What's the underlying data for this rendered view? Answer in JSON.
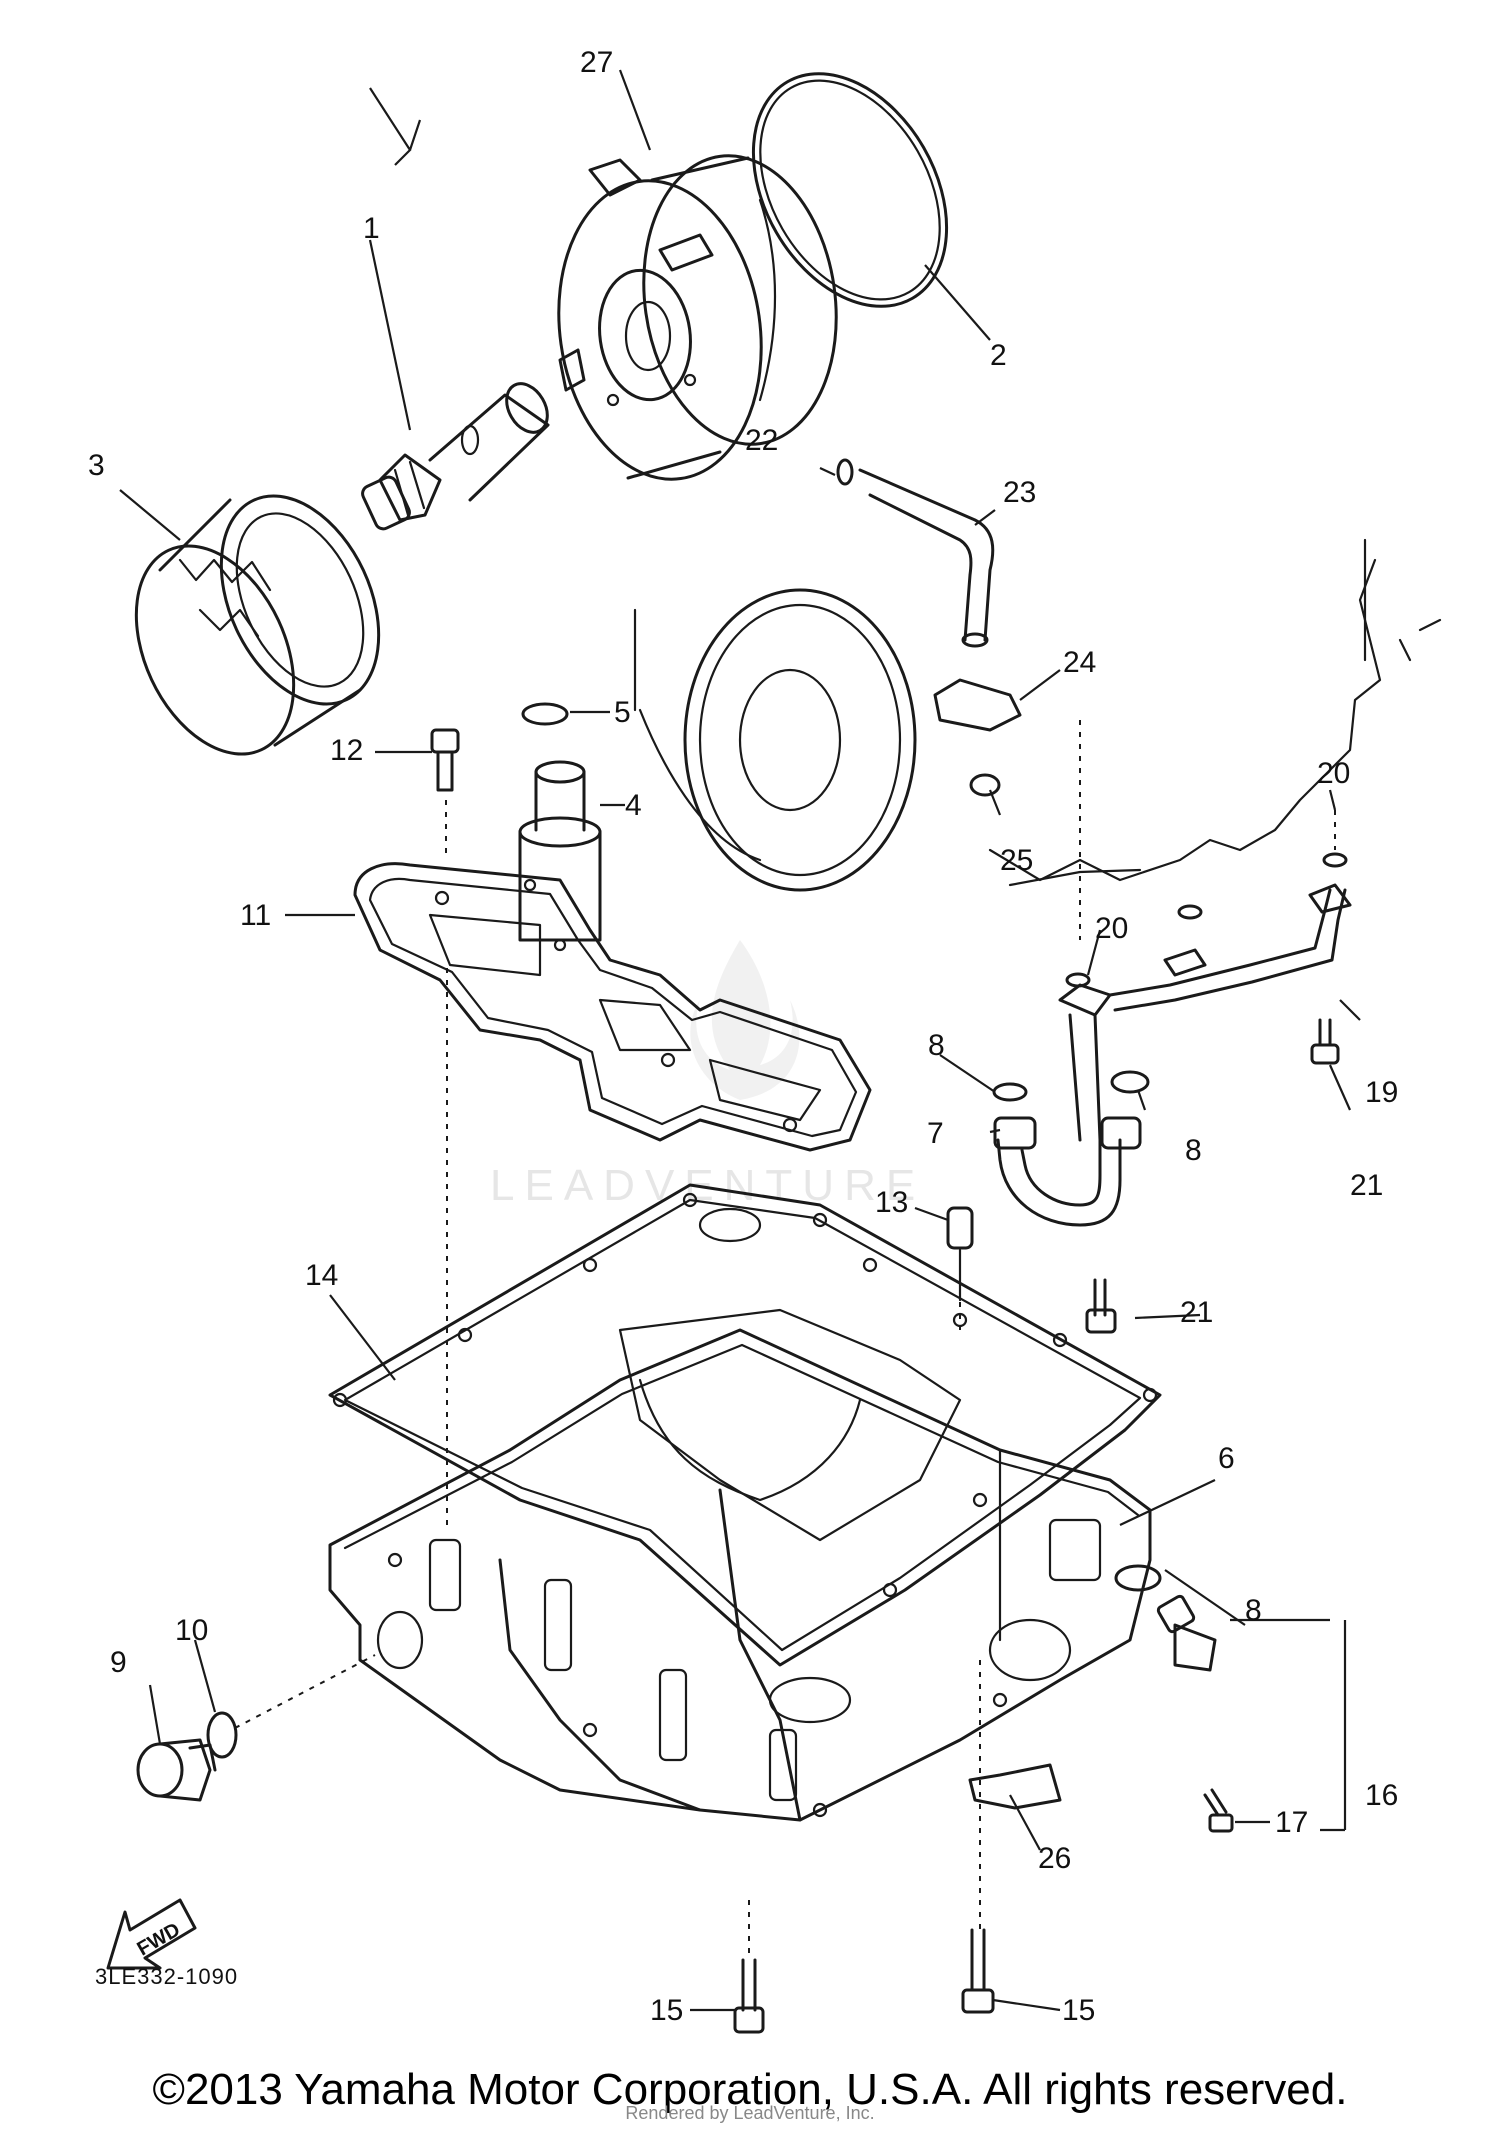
{
  "diagram": {
    "drawing_code": "3LE332-1090",
    "watermark": "LEADVENTURE",
    "direction_arrow_label": "FWD",
    "copyright": "©2013 Yamaha Motor Corporation, U.S.A. All rights reserved.",
    "rendered_by": "Rendered by LeadVenture, Inc.",
    "part_labels": {
      "p1": "1",
      "p2": "2",
      "p3": "3",
      "p4": "4",
      "p5": "5",
      "p6": "6",
      "p7": "7",
      "p8a": "8",
      "p8b": "8",
      "p8c": "8",
      "p9": "9",
      "p10": "10",
      "p11": "11",
      "p12": "12",
      "p13": "13",
      "p14": "14",
      "p15a": "15",
      "p15b": "15",
      "p16": "16",
      "p17": "17",
      "p19": "19",
      "p20a": "20",
      "p20b": "20",
      "p21a": "21",
      "p21b": "21",
      "p22": "22",
      "p23": "23",
      "p24": "24",
      "p25": "25",
      "p26": "26",
      "p27": "27"
    }
  }
}
